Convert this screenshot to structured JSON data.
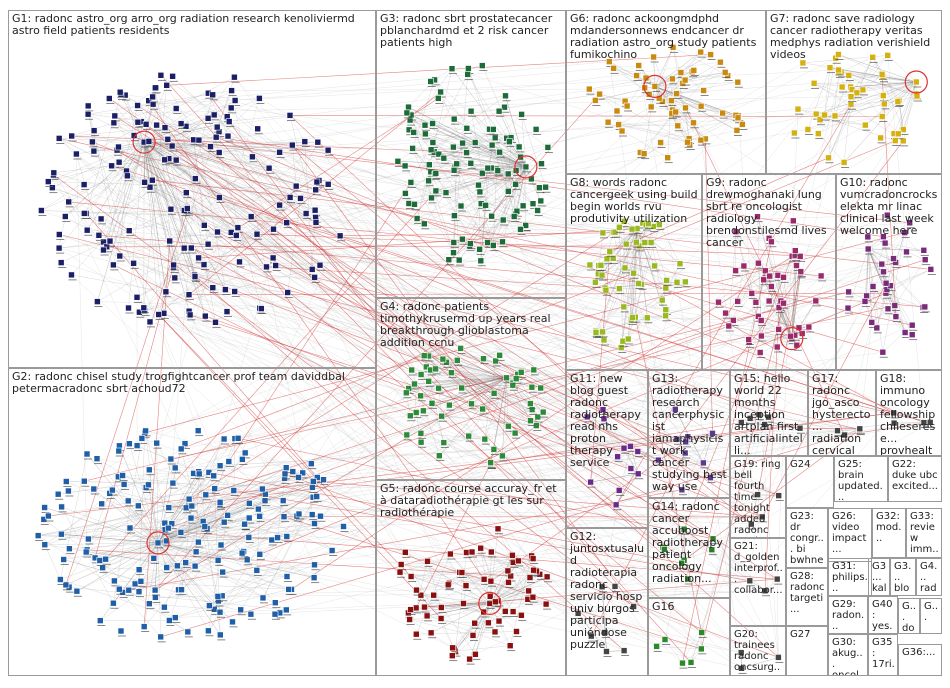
{
  "groups": [
    {
      "id": "G1",
      "label": "G1: radonc astro_org arro_org radiation research kenoliviermd astro field patients residents",
      "color": "#1a1f66"
    },
    {
      "id": "G2",
      "label": "G2: radonc chisel study trogfightcancer prof team daviddbal petermacradonc sbrt achoud72",
      "color": "#1f5fa8"
    },
    {
      "id": "G3",
      "label": "G3: radonc sbrt prostatecancer pblanchardmd et 2 risk cancer patients high",
      "color": "#1e6b3a"
    },
    {
      "id": "G4",
      "label": "G4: radonc patients timothykrusermd up years real breakthrough glioblastoma addition ccnu",
      "color": "#2d8a3a"
    },
    {
      "id": "G5",
      "label": "G5: radonc course accuray_fr et à dataradiothérapie gt les sur radiothérapie",
      "color": "#8a1010"
    },
    {
      "id": "G6",
      "label": "G6: radonc ackoongmdphd mdandersonnews endcancer dr radiation astro_org study patients fumikochino",
      "color": "#c98a10"
    },
    {
      "id": "G7",
      "label": "G7: radonc save radiology cancer radiotherapy veritas medphys radiation verishield videos",
      "color": "#d4b010"
    },
    {
      "id": "G8",
      "label": "G8: words radonc cancergeek using build begin worlds rvu produtivity utilization",
      "color": "#9ab820"
    },
    {
      "id": "G9",
      "label": "G9: radonc drewmoghanaki lung sbrt re oncologist radiology brendonstilesmd lives cancer",
      "color": "#9a2a6a"
    },
    {
      "id": "G10",
      "label": "G10: radonc vumcradoncrocks elekta mr linac clinical last week welcome here",
      "color": "#7a2a7a"
    },
    {
      "id": "G11",
      "label": "G11: new blog guest radonc radiotherapy read nhs proton therapy service",
      "color": "#6a2a8a"
    },
    {
      "id": "G12",
      "label": "G12: juntosxtusalud radioterapia radonc servicio hosp univ burgos participa uniéndose puzzle",
      "color": "#444444"
    },
    {
      "id": "G13",
      "label": "G13: radiotherapy research cancerphysicist iamaphysicist work cancer studying best way use",
      "color": "#5a3a8a"
    },
    {
      "id": "G14",
      "label": "G14: radonc cancer accuboost radiotherapy patient oncology radiation...",
      "color": "#2a7a2a"
    },
    {
      "id": "G15",
      "label": "G15: hello world 22 months inception artplan first artificialintelli...",
      "color": "#444444"
    },
    {
      "id": "G16",
      "label": "G16",
      "color": "#2a8a2a"
    },
    {
      "id": "G17",
      "label": "G17: radonc jgo_asco hysterecto... radiation cervical cancer...",
      "color": "#444444"
    },
    {
      "id": "G18",
      "label": "G18: immuno oncology fellowship chileserese... provhealth...",
      "color": "#444444"
    },
    {
      "id": "G19",
      "label": "G19: ring bell fourth time tonight added radonc mask...",
      "color": "#444444"
    },
    {
      "id": "G20",
      "label": "G20: trainees radonc oncsurg...",
      "color": "#444444"
    },
    {
      "id": "G21",
      "label": "G21: d_golden interprof... collabor...",
      "color": "#444444"
    },
    {
      "id": "G22",
      "label": "G22: duke ubc excited...",
      "color": "#444444"
    },
    {
      "id": "G23",
      "label": "G23: dr congr... bi bwhne",
      "color": "#444444"
    },
    {
      "id": "G24",
      "label": "G24",
      "color": "#444444"
    },
    {
      "id": "G25",
      "label": "G25: brain updated...",
      "color": "#444444"
    },
    {
      "id": "G26",
      "label": "G26: video impact...",
      "color": "#444444"
    },
    {
      "id": "G27",
      "label": "G27",
      "color": "#444444"
    },
    {
      "id": "G28",
      "label": "G28: radonc targeti...",
      "color": "#444444"
    },
    {
      "id": "G29",
      "label": "G29: radon...",
      "color": "#444444"
    },
    {
      "id": "G30",
      "label": "G30: akug... oncol...",
      "color": "#444444"
    },
    {
      "id": "G31",
      "label": "G31: philips...",
      "color": "#444444"
    },
    {
      "id": "G32",
      "label": "G32: mod...",
      "color": "#444444"
    },
    {
      "id": "G33",
      "label": "G33: review imm...",
      "color": "#444444"
    },
    {
      "id": "G34",
      "label": "G3... kal... d...",
      "color": "#444444"
    },
    {
      "id": "G35",
      "label": "G35: 17ri...",
      "color": "#444444"
    },
    {
      "id": "G36",
      "label": "G36:...",
      "color": "#444444"
    },
    {
      "id": "G37",
      "label": "G3... blog po...",
      "color": "#444444"
    },
    {
      "id": "G38",
      "label": "G4... rad... ...",
      "color": "#444444"
    },
    {
      "id": "G39",
      "label": "G... do...",
      "color": "#444444"
    },
    {
      "id": "G40",
      "label": "G40: yes...",
      "color": "#444444"
    },
    {
      "id": "G41",
      "label": "G...",
      "color": "#444444"
    }
  ]
}
